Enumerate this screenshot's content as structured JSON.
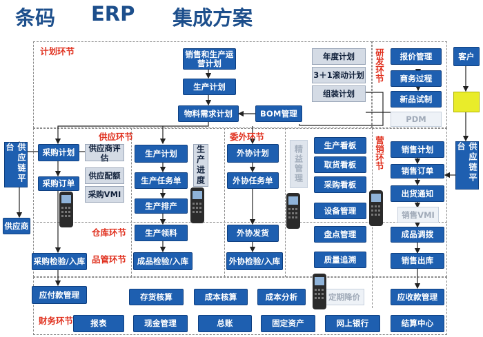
{
  "title": {
    "part1": "条码",
    "part2": "ERP",
    "part3": "集成方案"
  },
  "sections": {
    "plan": "计划环节",
    "rd": "研发环节",
    "supply": "供应环节",
    "outsource": "委外环节",
    "marketing": "营销环节",
    "warehouse": "仓库环节",
    "quality": "品管环节",
    "finance": "财务环节"
  },
  "plan": {
    "sales_ops": "销售和生产运营计划",
    "production_plan": "生产计划",
    "mrp": "物料需求计划",
    "bom": "BOM管理",
    "annual": "年度计划",
    "rolling": "3＋1滚动计划",
    "assembly": "组装计划"
  },
  "rd": {
    "quote": "报价管理",
    "business": "商务过程",
    "trial": "新品试制",
    "pdm": "PDM"
  },
  "customer": "客户",
  "supply_platform_left": "供应链平台",
  "supply_platform_right": "供应链平台",
  "supplier": "供应商",
  "supply": {
    "purchase_plan": "采购计划",
    "purchase_order": "采购订单",
    "vendor_eval": "供应商评估",
    "quota": "供应配额",
    "vmi": "采购VMI",
    "inspect_in": "采购检验/入库"
  },
  "production": {
    "plan": "生产计划",
    "task": "生产任务单",
    "schedule": "生产排产",
    "pick": "生产领料",
    "inspect_in": "成品检验/入库",
    "progress": "生产进度"
  },
  "outsource": {
    "plan": "外协计划",
    "task": "外协任务单",
    "ship": "外协发货",
    "inspect_in": "外协检验/入库"
  },
  "lean": {
    "label": "精益管理",
    "kanban_production": "生产看板",
    "kanban_pick": "取货看板",
    "kanban_purchase": "采购看板",
    "equipment": "设备管理",
    "stocktake": "盘点管理",
    "trace": "质量追溯"
  },
  "marketing": {
    "sales_plan": "销售计划",
    "sales_order": "销售订单",
    "delivery": "出货通知",
    "vmi": "销售VMI",
    "transfer": "成品调拨",
    "outbound": "销售出库"
  },
  "finance_row1": {
    "payable": "应付款管理",
    "inventory_cost": "存货核算",
    "cost_calc": "成本核算",
    "cost_analysis": "成本分析",
    "pricing": "定期降价",
    "receivable": "应收款管理"
  },
  "finance_row2": {
    "report": "报表",
    "cash": "现金管理",
    "ledger": "总账",
    "assets": "固定资产",
    "bank": "网上银行",
    "settlement": "结算中心"
  },
  "colors": {
    "box": "#1e5fb0",
    "title": "#1d4f8c",
    "section": "#e0301e",
    "highlight": "#e9ec2a"
  },
  "icons": [
    "barcode-scanner-icon"
  ]
}
